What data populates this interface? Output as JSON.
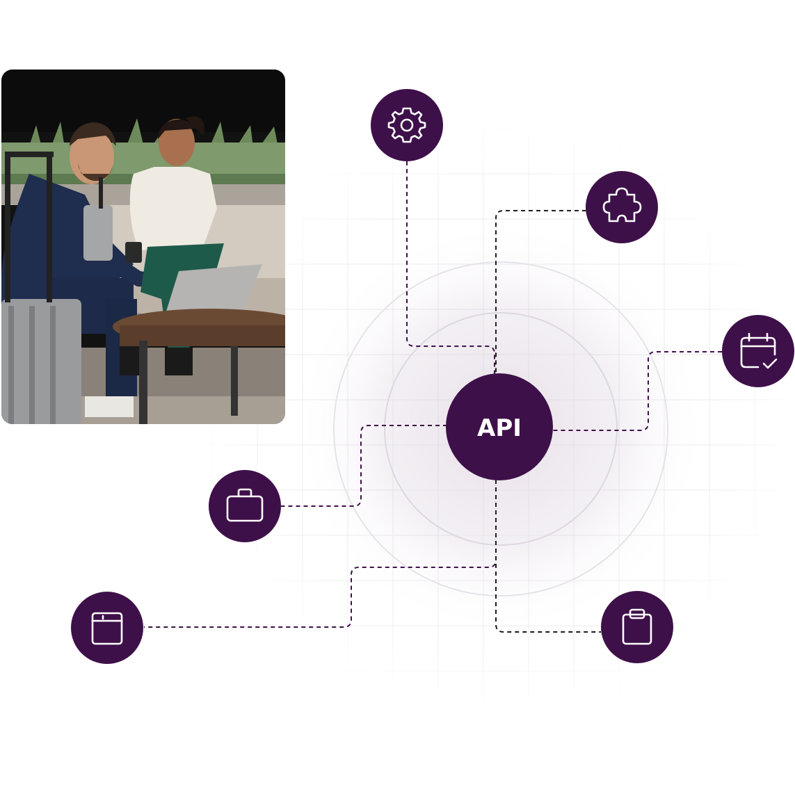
{
  "hub": {
    "label": "API",
    "color": "#3e1049"
  },
  "nodes": [
    {
      "id": "settings",
      "icon": "gear-icon"
    },
    {
      "id": "integrations",
      "icon": "puzzle-piece-icon"
    },
    {
      "id": "calendar",
      "icon": "calendar-check-icon"
    },
    {
      "id": "travel",
      "icon": "briefcase-icon"
    },
    {
      "id": "browser",
      "icon": "browser-window-icon"
    },
    {
      "id": "tasks",
      "icon": "clipboard-icon"
    }
  ],
  "photo": {
    "subject": "two-travellers-with-laptop-photo"
  }
}
